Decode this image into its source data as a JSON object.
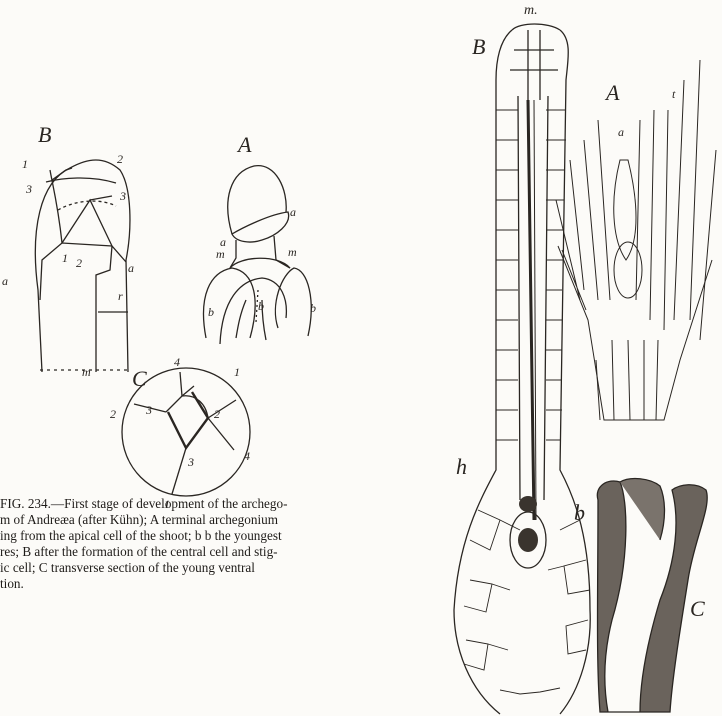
{
  "labels": {
    "fig234_B": "B",
    "fig234_A": "A",
    "fig234_C": "C",
    "a": "a",
    "m": "m",
    "b": "b",
    "r": "r",
    "n1": "1",
    "n2": "2",
    "n3": "3",
    "n4": "4",
    "fig235_m": "m.",
    "fig235_B": "B",
    "fig235_A": "A",
    "fig235_C": "C",
    "fig235_h": "h",
    "fig235_b": "b",
    "fig235_a": "a",
    "fig235_t": "t"
  },
  "caption": {
    "lines": [
      "FIG. 234.—First stage of development of the archego-",
      "m of Andreæa (after Kühn); A terminal archegonium",
      "ing from the apical cell of the shoot; b b the youngest",
      "res; B after the formation of the central cell and stig-",
      "ic cell; C transverse section of the young ventral",
      "tion."
    ]
  }
}
